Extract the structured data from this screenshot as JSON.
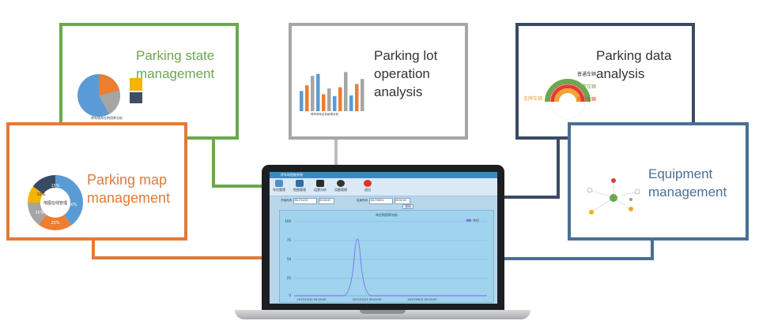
{
  "labels": {
    "parking_state": "Parking state management",
    "parking_lot_operation": "Parking lot operation analysis",
    "parking_data": "Parking data analysis",
    "parking_map": "Parking map management",
    "equipment": "Equipment management"
  },
  "colors": {
    "green": "#6aa84f",
    "gray": "#a6a6a6",
    "navy": "#3b4a63",
    "orange": "#e07b39",
    "steel_blue": "#4a6f96",
    "label_gray": "#333333"
  },
  "thumbnails": {
    "state_caption": "停车场车位利用率分析",
    "map_donut_center": "地图在线管理",
    "map_donut_segments": [
      "15%",
      "10%",
      "40%",
      "20%",
      "15%"
    ],
    "lot_caption": "停车场车位利用率分析",
    "data_arc_labels": [
      "普通车辆",
      "无牌车辆",
      "军警车辆",
      "月卡车辆"
    ],
    "bar_values": [
      3.2,
      4.1,
      5.6,
      5.9,
      2.7,
      3.6,
      2.4,
      3.8,
      6.2,
      2.5,
      4.3,
      5.1
    ]
  },
  "screen": {
    "window_title": "停车场智能系统",
    "tools": [
      "车位管理",
      "地图管理",
      "运营分析",
      "设备管理",
      "退出"
    ],
    "filter_start_label": "开始时间",
    "filter_start_value": "2017/12/22",
    "filter_end_label": "结束时间",
    "filter_end_value": "2017/09/21",
    "filter_time": "00:00:00",
    "filter_button": "查询",
    "chart_title": "车位利用率分析",
    "legend": "车位",
    "y_ticks": [
      "100",
      "75",
      "50",
      "25",
      "0"
    ],
    "x_ticks": [
      "2017/12/22 00:00:00",
      "2017/12/21 00:00:00",
      "2017/09/21 00:00:00"
    ]
  }
}
